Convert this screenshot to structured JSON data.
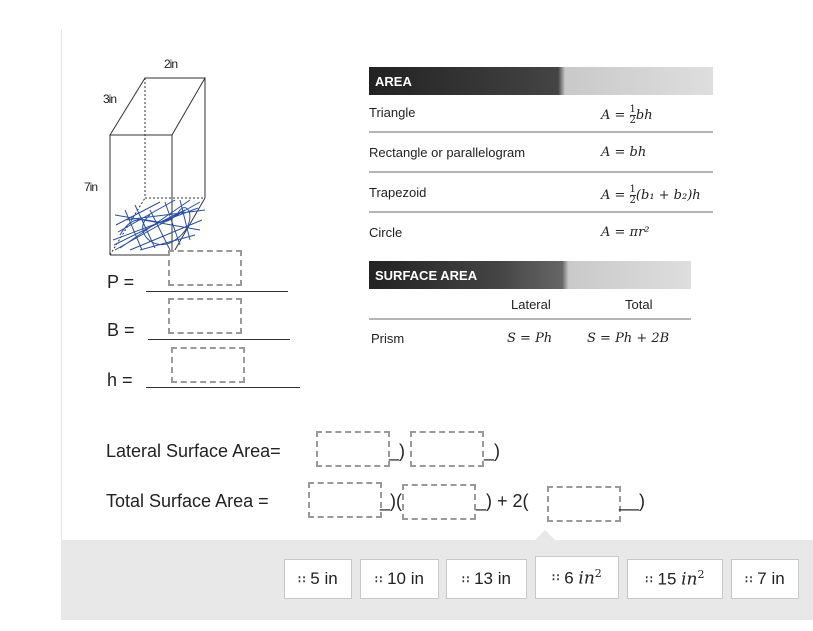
{
  "figure": {
    "dim_top": "2in",
    "dim_side": "3in",
    "dim_height": "7in"
  },
  "labels": {
    "p": "P =",
    "b": "B =",
    "h": "h ="
  },
  "reference": {
    "area_header": "AREA",
    "rows": [
      {
        "name": "Triangle",
        "formula_pre": "A = ",
        "formula_post": "bh",
        "frac": [
          "1",
          "2"
        ]
      },
      {
        "name": "Rectangle or parallelogram",
        "formula": "A = bh"
      },
      {
        "name": "Trapezoid",
        "formula_pre": "A = ",
        "formula_post": "(b₁ + b₂)h",
        "frac": [
          "1",
          "2"
        ]
      },
      {
        "name": "Circle",
        "formula": "A = πr²"
      }
    ],
    "surface_header": "SURFACE AREA",
    "col_lateral": "Lateral",
    "col_total": "Total",
    "prism_name": "Prism",
    "prism_lateral": "S = Ph",
    "prism_total": "S = Ph + 2B"
  },
  "equations": {
    "lateral_label": "Lateral Surface Area=",
    "lateral_sep": "_)",
    "lateral_end": "_)",
    "total_label": "Total Surface Area =",
    "total_sep": "_)(",
    "total_mid": "_) + 2(",
    "total_end": "__)"
  },
  "choices": [
    {
      "text": "5 in"
    },
    {
      "text": "10 in"
    },
    {
      "text": "13 in"
    },
    {
      "text": "6 ",
      "italic": "in",
      "sup": "2"
    },
    {
      "text": "15 ",
      "italic": "in",
      "sup": "2"
    },
    {
      "text": "7 in"
    }
  ],
  "colors": {
    "header_dark": "#333333",
    "drop_border": "#9a9a9a",
    "tray": "#e8e8e8",
    "scribble": "#2b4f9e"
  }
}
